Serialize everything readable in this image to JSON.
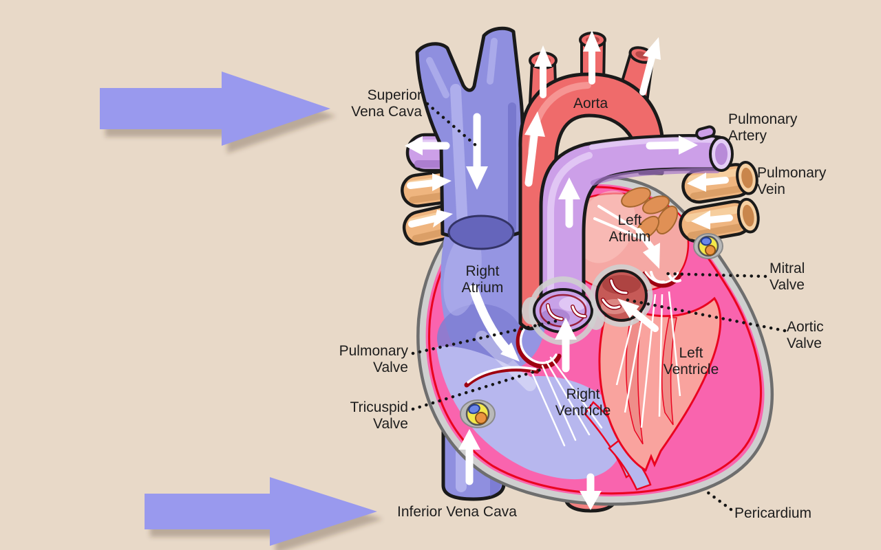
{
  "title": "Diagram of the human heart",
  "background_color": "#e8d9c8",
  "colors": {
    "input_flow_arrow_purple": "#9999ee",
    "deoxygenated_blue": "#8f8fdf",
    "oxygenated_red": "#ef6b6b",
    "pulmonary_artery_violet": "#cc9fe8",
    "pulmonary_vein_orange": "#efb57f",
    "myocardium_pink": "#f964ae",
    "left_heart_salmon": "#f5a8a4",
    "right_heart_periwinkle": "#b7b7ee",
    "pericardium_gray": "#6e6e6e",
    "epicardium_red_line": "#ea0420",
    "flow_arrow_white": "#ffffff",
    "label_text": "#1d1d1d"
  },
  "labels": {
    "superior_vena_cava": {
      "line1": "Superior",
      "line2": "Vena Cava"
    },
    "aorta": {
      "line1": "Aorta"
    },
    "pulmonary_artery": {
      "line1": "Pulmonary",
      "line2": "Artery"
    },
    "pulmonary_vein": {
      "line1": "Pulmonary",
      "line2": "Vein"
    },
    "left_atrium": {
      "line1": "Left",
      "line2": "Atrium"
    },
    "right_atrium": {
      "line1": "Right",
      "line2": "Atrium"
    },
    "mitral_valve": {
      "line1": "Mitral",
      "line2": "Valve"
    },
    "aortic_valve": {
      "line1": "Aortic",
      "line2": "Valve"
    },
    "pulmonary_valve": {
      "line1": "Pulmonary",
      "line2": "Valve"
    },
    "tricuspid_valve": {
      "line1": "Tricuspid",
      "line2": "Valve"
    },
    "left_ventricle": {
      "line1": "Left",
      "line2": "Ventricle"
    },
    "right_ventricle": {
      "line1": "Right",
      "line2": "Ventricle"
    },
    "inferior_vena_cava": {
      "line1": "Inferior Vena Cava"
    },
    "pericardium": {
      "line1": "Pericardium"
    }
  }
}
